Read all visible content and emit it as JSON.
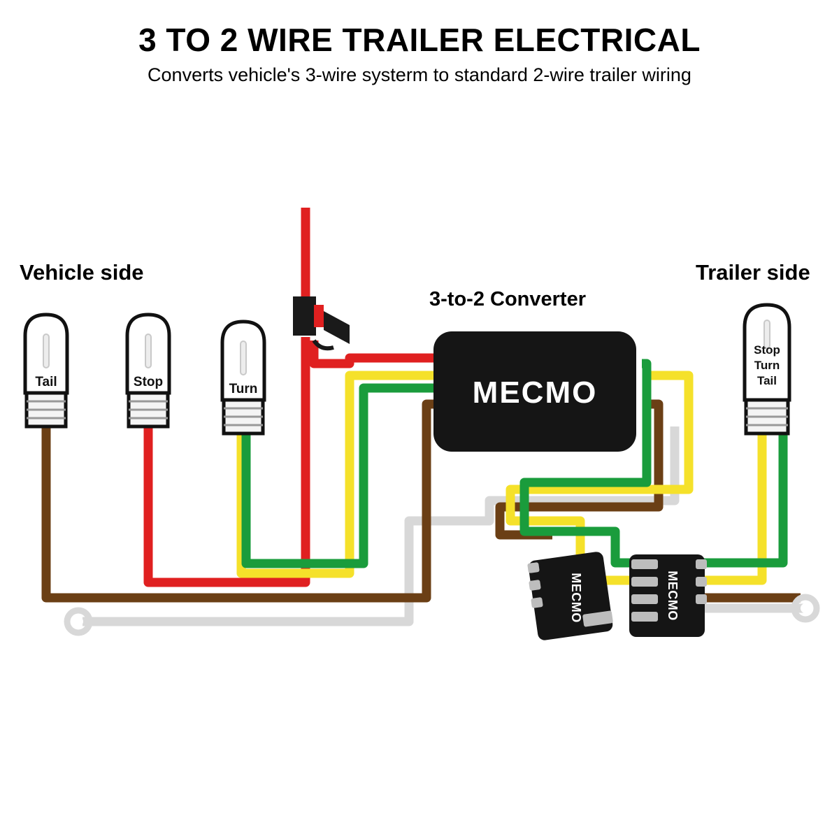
{
  "header": {
    "title": "3 TO 2 WIRE TRAILER ELECTRICAL",
    "subtitle": "Converts vehicle's 3-wire systerm to standard 2-wire trailer wiring"
  },
  "labels": {
    "vehicle_side": "Vehicle side",
    "trailer_side": "Trailer side",
    "converter": "3-to-2 Converter"
  },
  "converter": {
    "brand": "MECMO"
  },
  "vehicle_bulbs": [
    {
      "name": "tail-bulb",
      "label": "Tail"
    },
    {
      "name": "stop-bulb",
      "label": "Stop"
    },
    {
      "name": "turn-bulb",
      "label": "Turn"
    }
  ],
  "trailer_bulb": {
    "name": "trailer-bulb",
    "line1": "Stop",
    "line2": "Turn",
    "line3": "Tail"
  },
  "connectors": [
    {
      "name": "male-connector",
      "label": "MECMO"
    },
    {
      "name": "female-connector",
      "label": "MECMO"
    }
  ],
  "wire_colors": {
    "red": "#e02020",
    "yellow": "#f5e12a",
    "green": "#1a9c3c",
    "brown": "#6b3f15",
    "white": "#d8d8d8",
    "black": "#111111",
    "fuse_black": "#1a1a1a",
    "fuse_red": "#e02020"
  }
}
